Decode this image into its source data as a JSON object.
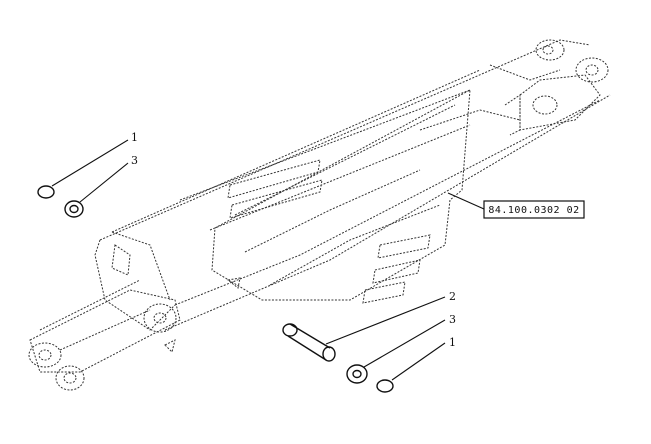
{
  "diagram": {
    "callouts": [
      {
        "label": "1"
      },
      {
        "label": "3"
      },
      {
        "label": "2"
      },
      {
        "label": "3"
      },
      {
        "label": "1"
      }
    ],
    "reference_box": {
      "text": "84.100.0302 02"
    }
  }
}
